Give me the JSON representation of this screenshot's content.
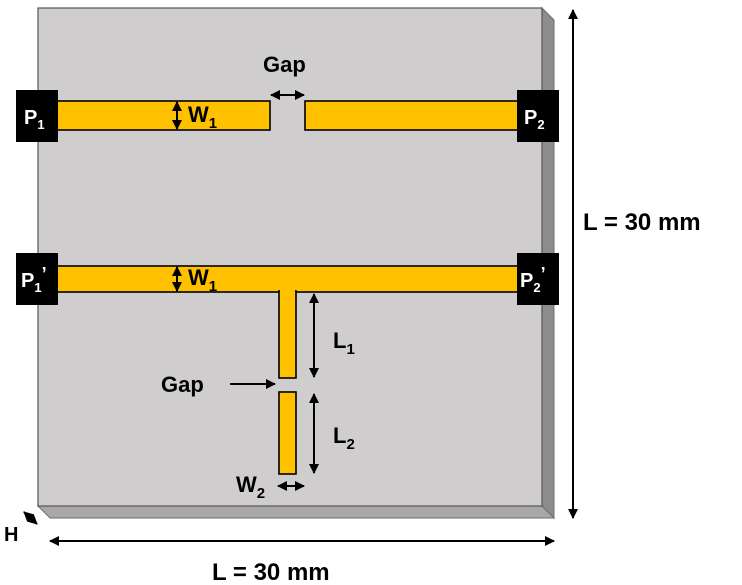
{
  "colors": {
    "substrate": "#cfcdce",
    "substrate_side": "#8e8c8d",
    "substrate_bottom": "#a9a7a8",
    "strip": "#ffc000",
    "port": "#000000"
  },
  "ports": {
    "p1": {
      "base": "P",
      "sub": "1",
      "sup": ""
    },
    "p2": {
      "base": "P",
      "sub": "2",
      "sup": ""
    },
    "p1p": {
      "base": "P",
      "sub": "1",
      "sup": "’"
    },
    "p2p": {
      "base": "P",
      "sub": "2",
      "sup": "’"
    }
  },
  "labels": {
    "gap_top": "Gap",
    "gap_stub": "Gap",
    "w1_top": {
      "base": "W",
      "sub": "1"
    },
    "w1_bottom": {
      "base": "W",
      "sub": "1"
    },
    "w2": {
      "base": "W",
      "sub": "2"
    },
    "l1": {
      "base": "L",
      "sub": "1"
    },
    "l2": {
      "base": "L",
      "sub": "2"
    },
    "height": "H",
    "side_length": "L = 30 mm",
    "bottom_length": "L = 30 mm"
  }
}
